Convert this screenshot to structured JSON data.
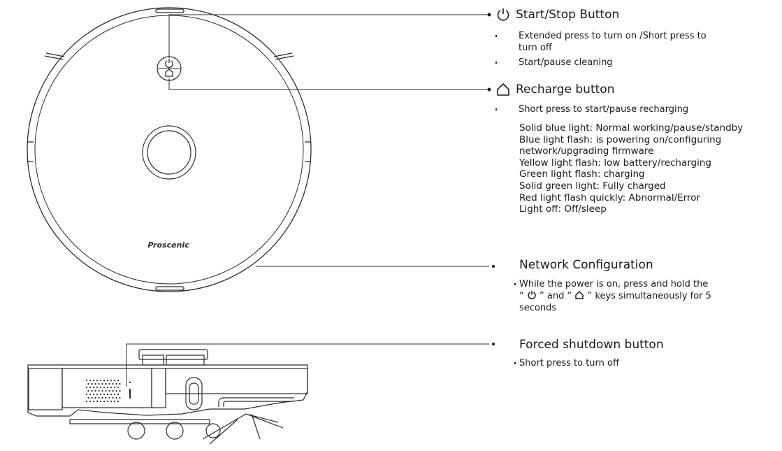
{
  "brand": "Proscenic",
  "start_stop": {
    "title": "Start/Stop Button",
    "icon": "power-icon",
    "bullets": [
      [
        "Extended press to turn on /Short press to",
        "turn off"
      ],
      [
        "Start/pause cleaning"
      ]
    ]
  },
  "recharge": {
    "title": "Recharge button",
    "icon": "home-icon",
    "bullets": [
      [
        "Short press to start/pause recharging"
      ]
    ],
    "lights": [
      "Solid blue light: Normal working/pause/standby",
      "Blue light flash: is powering on/configuring",
      "network/upgrading firmware",
      "Yellow light flash: low battery/recharging",
      "Green light flash: charging",
      "Solid green light: Fully charged",
      "Red light flash quickly: Abnormal/Error",
      "Light off: Off/sleep"
    ]
  },
  "network": {
    "title": "Network Configuration",
    "line1": "While the power is on, press and hold the",
    "line2_a": "“",
    "line2_b": "” and “",
    "line2_c": "” keys simultaneously for 5",
    "line3": "seconds"
  },
  "forced": {
    "title": "Forced shutdown button",
    "bullet": "Short press to turn off"
  },
  "colors": {
    "stroke": "#2b2b2b",
    "text": "#1a1a1a",
    "background": "#ffffff"
  }
}
